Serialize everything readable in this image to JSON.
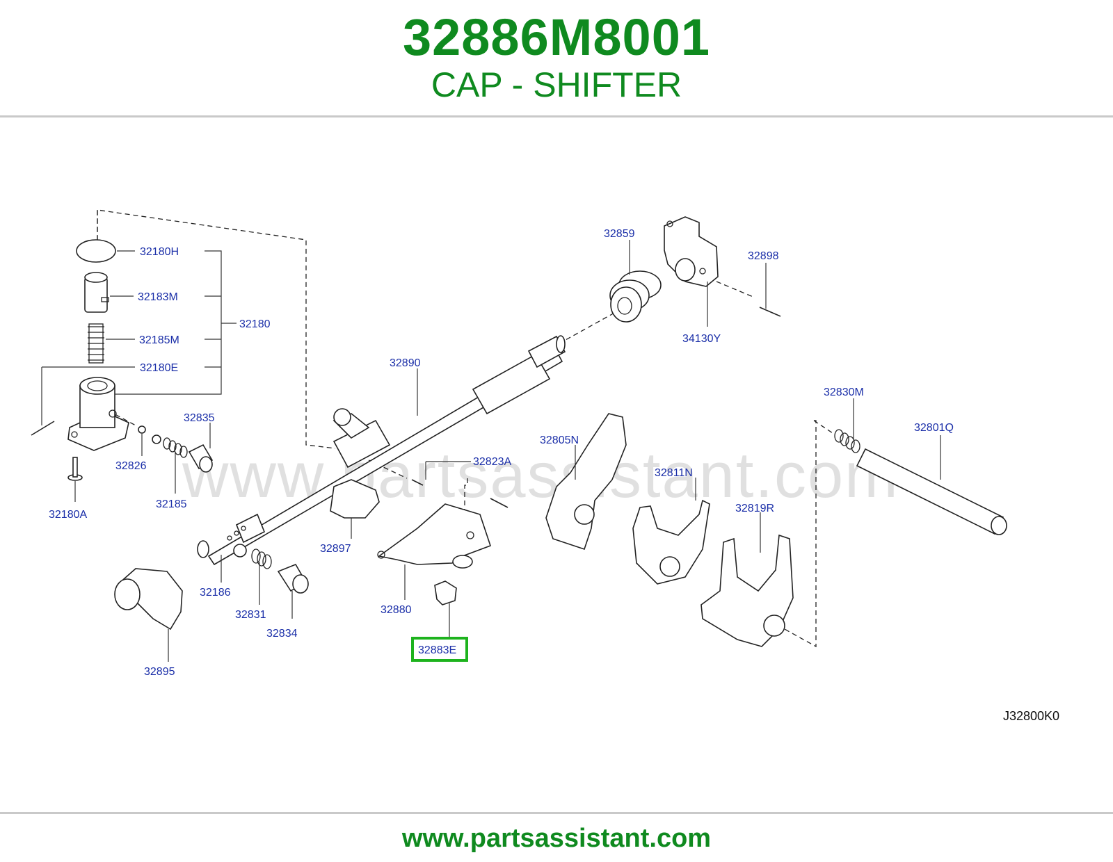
{
  "header": {
    "part_number": "32886M8001",
    "part_name": "CAP - SHIFTER"
  },
  "diagram": {
    "code": "J32800K0",
    "watermark": "www.partsassistant.com",
    "highlight_color": "#1db31d",
    "labels": {
      "l32180H": "32180H",
      "l32183M": "32183M",
      "l32180": "32180",
      "l32185M": "32185M",
      "l32180E": "32180E",
      "l32835": "32835",
      "l32826": "32826",
      "l32185": "32185",
      "l32180A": "32180A",
      "l32859": "32859",
      "l32898": "32898",
      "l34130Y": "34130Y",
      "l32890": "32890",
      "l32830M": "32830M",
      "l32801Q": "32801Q",
      "l32805N": "32805N",
      "l32823A": "32823A",
      "l32811N": "32811N",
      "l32819R": "32819R",
      "l32897": "32897",
      "l32186": "32186",
      "l32831": "32831",
      "l32834": "32834",
      "l32880": "32880",
      "l32883E": "32883E",
      "l32895": "32895"
    }
  },
  "footer": {
    "url": "www.partsassistant.com"
  }
}
